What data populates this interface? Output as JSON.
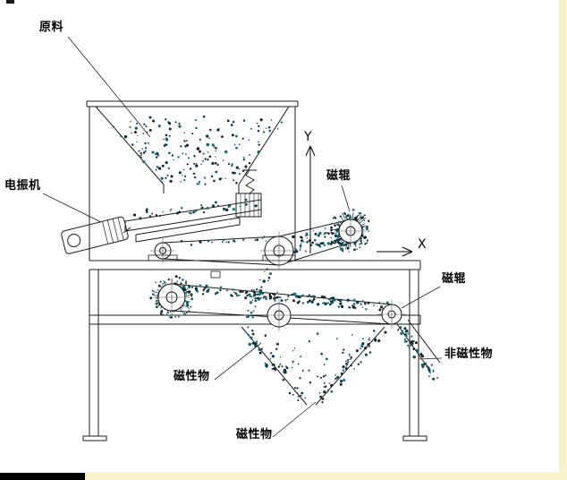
{
  "labels": {
    "raw_material": "原料",
    "vibrator": "电振机",
    "magnetic_roller_top": "磁辊",
    "magnetic_roller_right": "磁辊",
    "non_magnetic": "非磁性物",
    "magnetic_left": "磁性物",
    "magnetic_bottom": "磁性物",
    "axis_x": "X",
    "axis_y": "Y"
  },
  "colors": {
    "line": "#1c1c1c",
    "paper": "#ffffff",
    "page_margin": "#f5f2c8",
    "particle_palette": [
      "#0d5f6b",
      "#0a3f5a",
      "#101820",
      "#14707e",
      "#05323f",
      "#222222"
    ]
  }
}
